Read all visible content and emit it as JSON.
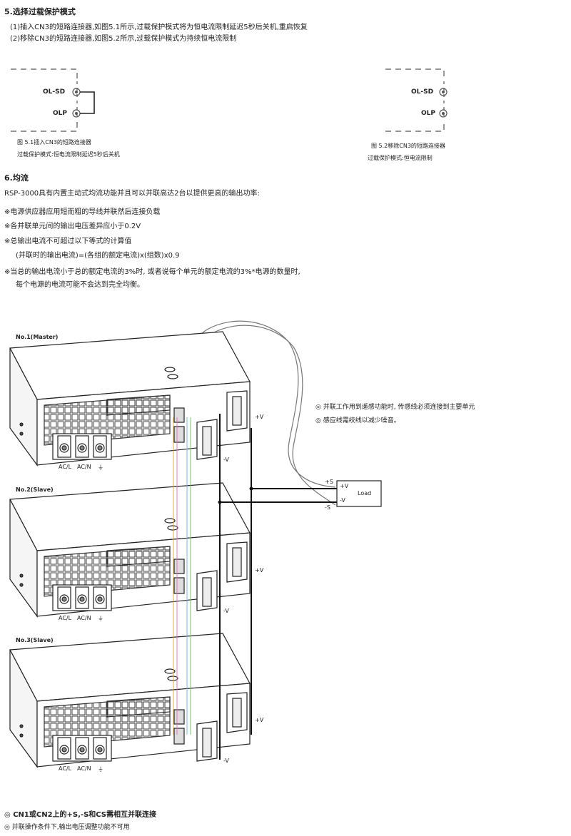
{
  "sec5": {
    "title": "5.选择过载保护模式",
    "line1": "(1)插入CN3的短路连接器,如图5.1所示,过载保护模式将为恒电流限制延迟5秒后关机,重启恢复",
    "line2": "(2)移除CN3的短路连接器,如图5.2所示,过载保护模式为持续恒电流限制"
  },
  "fig51": {
    "olsd": "OL-SD",
    "olp": "OLP",
    "caption1": "图 5.1插入CN3的短路连接器",
    "caption2": "过载保护模式:恒电流限制延迟5秒后关机"
  },
  "fig52": {
    "olsd": "OL-SD",
    "olp": "OLP",
    "caption1": "图 5.2移除CN3的短路连接器",
    "caption2": "过载保护模式:恒电流限制"
  },
  "sec6": {
    "title": "6.均流",
    "intro": "RSP-3000具有内置主动式均流功能并且可以并联高达2台以提供更高的输出功率:",
    "bullet1": "※电源供应器应用短而粗的导线并联然后连接负载",
    "bullet2": "※各并联单元间的输出电压差异应小于0.2V",
    "bullet3": "※总输出电流不可超过以下等式的计算值",
    "formula": "(并联时的输出电流)=(各组的额定电流)x(组数)x0.9",
    "bullet4": "※当总的输出电流小于总的额定电流的3%时, 或者说每个单元的额定电流的3%*电源的数量时,",
    "bullet4b": "每个电源的电流可能不会达到完全均衡。"
  },
  "diagram": {
    "unit1": "No.1(Master)",
    "unit2": "No.2(Slave)",
    "unit3": "No.3(Slave)",
    "terminal_labels": [
      "AC/L",
      "AC/N",
      "⏚"
    ],
    "vplus": "+V",
    "vminus": "-V",
    "splus": "+S",
    "sminus": "-S",
    "load": "Load",
    "load_vplus": "+V",
    "load_vminus": "-V",
    "note1": "◎ 并联工作用到遥感功能时, 传感线必须连接到主要单元",
    "note2": "◎ 感应线需绞线以减少噪音。"
  },
  "footer": {
    "note1": "◎ CN1或CN2上的+S,-S和CS需相互并联连接",
    "note2": "◎ 并联操作条件下,输出电压调整功能不可用"
  }
}
